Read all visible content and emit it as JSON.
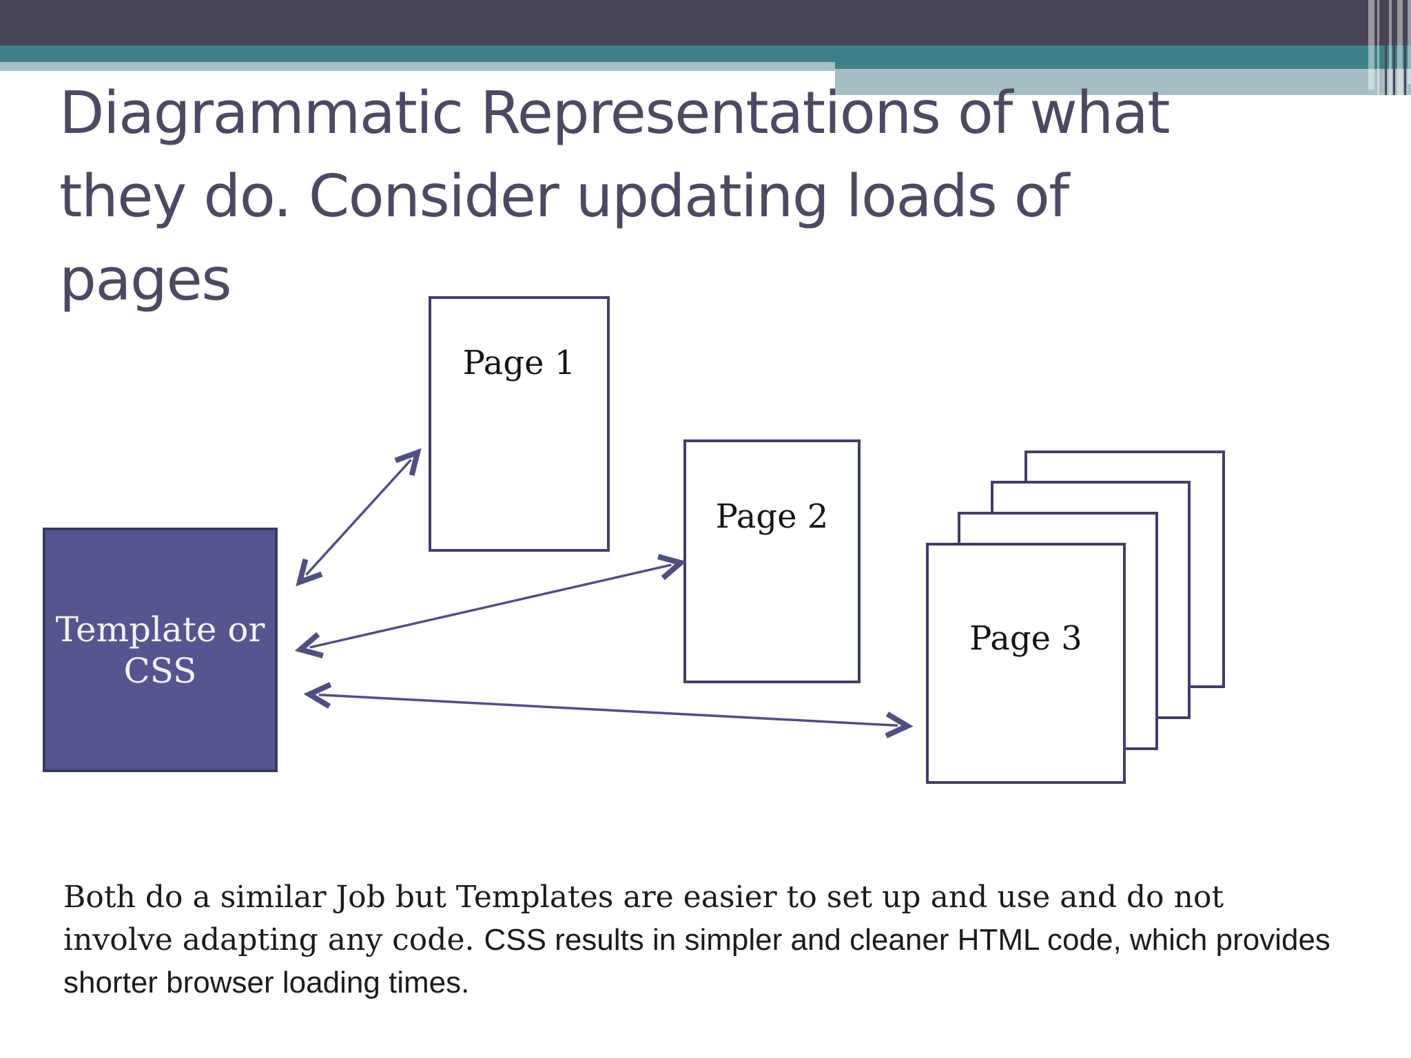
{
  "slide": {
    "title": "Diagrammatic Representations of what they do. Consider updating loads of pages",
    "title_lines": [
      "Diagrammatic Representations of what",
      "they do. Consider updating loads of",
      "pages"
    ],
    "footer": {
      "segments": [
        {
          "style": "serif",
          "text": "Both do a similar Job but Templates are easier to  set up and use and do not involve adapting any code. "
        },
        {
          "style": "sans",
          "text": "CSS results in simpler and cleaner HTML code, which provides shorter browser loading times."
        }
      ]
    }
  },
  "diagram": {
    "nodes": {
      "template": {
        "lines": [
          "Template or",
          "CSS"
        ]
      },
      "page1": {
        "label": "Page 1"
      },
      "page2": {
        "label": "Page 2"
      },
      "page3": {
        "label": "Page 3",
        "stacked_sheets": 4
      }
    },
    "connections": [
      {
        "from": "template",
        "to": "page1",
        "type": "double-headed-arrow"
      },
      {
        "from": "template",
        "to": "page2",
        "type": "double-headed-arrow"
      },
      {
        "from": "template",
        "to": "page3",
        "type": "double-headed-arrow"
      }
    ]
  },
  "colors": {
    "header_dark": "#464455",
    "header_teal": "#3f7f88",
    "header_light": "#a6bfc4",
    "title_text": "#4b4a60",
    "template_fill": "#565590",
    "template_border": "#3a3a5f",
    "page_border": "#403f66",
    "arrow": "#514f80",
    "body_text": "#1b1b1b"
  }
}
